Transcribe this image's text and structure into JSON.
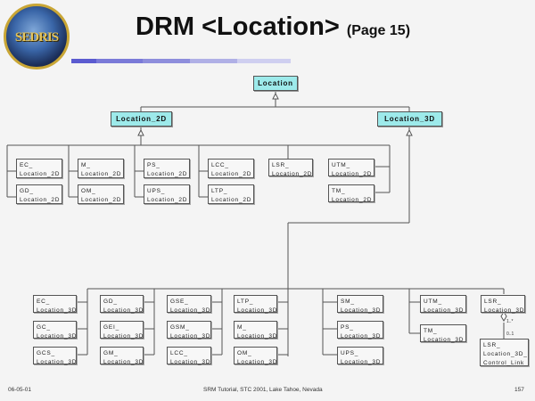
{
  "slide": {
    "title": "DRM <Location>",
    "subtitle": "(Page 15)",
    "logo_text": "SEDRIS"
  },
  "diagram": {
    "root": "Location",
    "parents": [
      "Location_2D",
      "Location_3D"
    ],
    "classes_2d": [
      [
        "EC_",
        "Location_2D"
      ],
      [
        "GD_",
        "Location_2D"
      ],
      [
        "M_",
        "Location_2D"
      ],
      [
        "OM_",
        "Location_2D"
      ],
      [
        "PS_",
        "Location_2D"
      ],
      [
        "UPS_",
        "Location_2D"
      ],
      [
        "LCC_",
        "Location_2D"
      ],
      [
        "LTP_",
        "Location_2D"
      ],
      [
        "LSR_",
        "Location_2D"
      ],
      [
        "UTM_",
        "Location_2D"
      ],
      [
        "TM_",
        "Location_2D"
      ]
    ],
    "classes_3d": [
      [
        "EC_",
        "Location_3D"
      ],
      [
        "GC_",
        "Location_3D"
      ],
      [
        "GCS_",
        "Location_3D"
      ],
      [
        "GD_",
        "Location_3D"
      ],
      [
        "GEI_",
        "Location_3D"
      ],
      [
        "GM_",
        "Location_3D"
      ],
      [
        "GSE_",
        "Location_3D"
      ],
      [
        "GSM_",
        "Location_3D"
      ],
      [
        "LCC_",
        "Location_3D"
      ],
      [
        "LTP_",
        "Location_3D"
      ],
      [
        "M_",
        "Location_3D"
      ],
      [
        "OM_",
        "Location_3D"
      ],
      [
        "SM_",
        "Location_3D"
      ],
      [
        "PS_",
        "Location_3D"
      ],
      [
        "UPS_",
        "Location_3D"
      ],
      [
        "UTM_",
        "Location_3D"
      ],
      [
        "TM_",
        "Location_3D"
      ],
      [
        "LSR_",
        "Location_3D"
      ]
    ],
    "aggregate_class": [
      "LSR_",
      "Location_3D_",
      "Control_Link"
    ],
    "multiplicity_upper": "1..*",
    "multiplicity_lower": "0..1"
  },
  "footer": {
    "date": "06-05-01",
    "center": "SRM Tutorial, STC 2001, Lake Tahoe, Nevada",
    "page": "157"
  },
  "colors": {
    "parent_fill": "#a8f0f0",
    "bar_segments": [
      "#5b5bd0",
      "#7a7ad8",
      "#9a9ae0",
      "#b8b8e8",
      "#d0d0f0"
    ]
  }
}
